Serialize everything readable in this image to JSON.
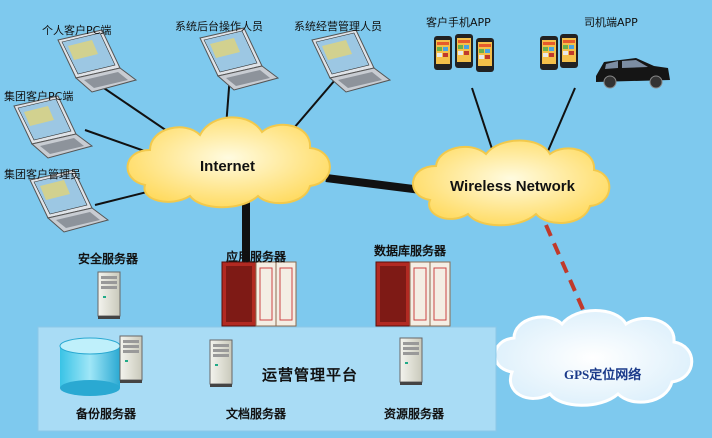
{
  "labels": {
    "client_pc": "个人客户PC端",
    "backend_operator": "系统后台操作人员",
    "ops_manager": "系统经营管理人员",
    "group_pc": "集团客户PC端",
    "group_admin": "集团客户管理员",
    "customer_app": "客户手机APP",
    "driver_app": "司机端APP",
    "internet": "Internet",
    "wireless": "Wireless Network",
    "security_server": "安全服务器",
    "app_server": "应用服务器",
    "db_server": "数据库服务器",
    "platform": "运营管理平台",
    "backup_server": "备份服务器",
    "doc_server": "文档服务器",
    "resource_server": "资源服务器",
    "gps": "GPS定位网络"
  },
  "colors": {
    "background": "#7ec9ee",
    "cloud_fill": "#ffe98a",
    "platform_panel": "#a9dcf5",
    "link": "#111111",
    "gps_link": "#c0392b"
  }
}
